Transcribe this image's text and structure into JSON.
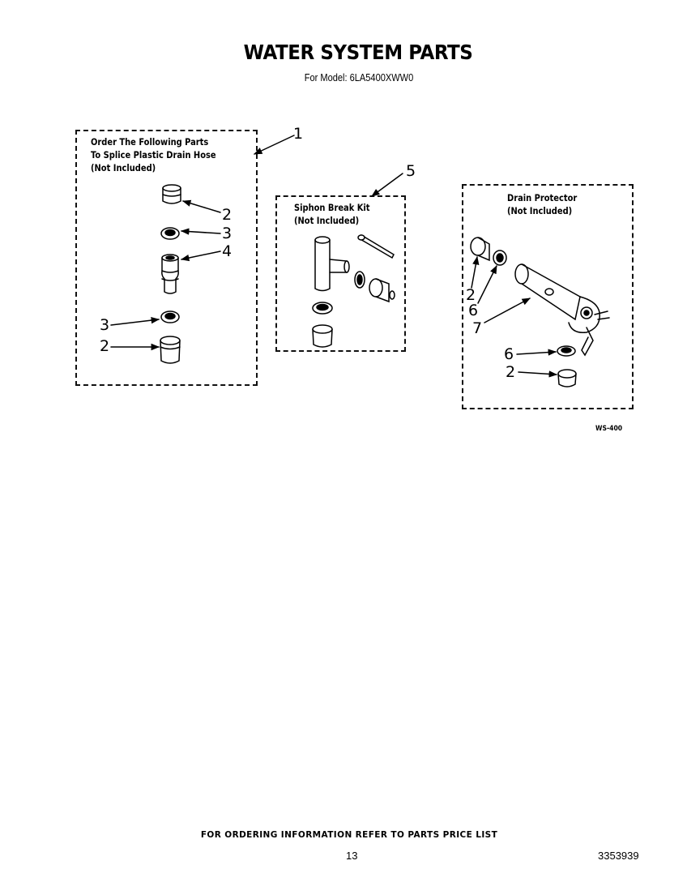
{
  "header": {
    "title": "WATER SYSTEM PARTS",
    "model_line": "For Model: 6LA5400XWW0"
  },
  "groups": {
    "splice": {
      "lines": [
        "Order The Following Parts",
        "To Splice Plastic Drain Hose",
        "(Not Included)"
      ]
    },
    "siphon": {
      "lines": [
        "Siphon Break Kit",
        "(Not Included)"
      ]
    },
    "drain": {
      "lines": [
        "Drain Protector",
        "(Not Included)"
      ]
    }
  },
  "callouts": {
    "c1": "1",
    "c5": "5",
    "splice_2a": "2",
    "splice_3a": "3",
    "splice_4": "4",
    "splice_3b": "3",
    "splice_2b": "2",
    "drain_2a": "2",
    "drain_6a": "6",
    "drain_7": "7",
    "drain_6b": "6",
    "drain_2b": "2"
  },
  "illustration_code": "WS-400",
  "footer": {
    "note": "FOR ORDERING INFORMATION REFER TO PARTS PRICE LIST",
    "page_number": "13",
    "document_number": "3353939"
  }
}
